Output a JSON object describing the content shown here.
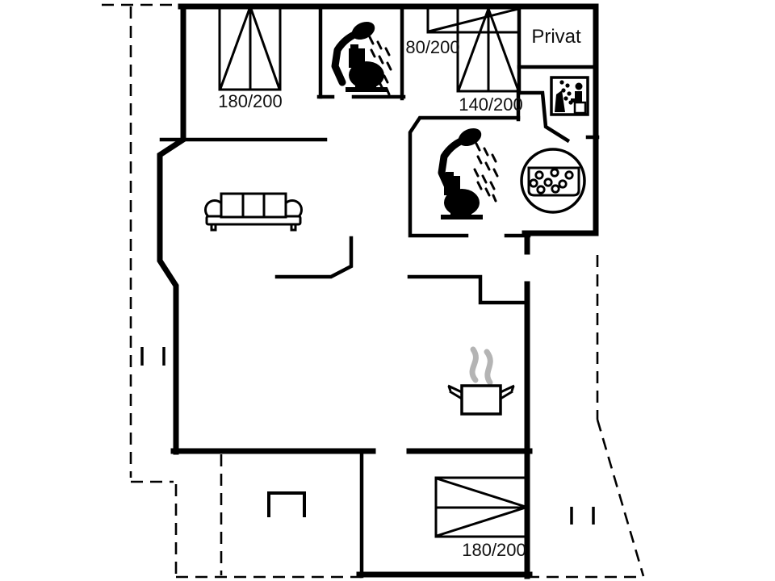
{
  "plan": {
    "type": "floor-plan",
    "room_label_private": "Privat",
    "bed_labels": {
      "bedroom_top_left": "180/200",
      "bedroom_top_middle_single": "80/200",
      "bedroom_top_middle_double": "140/200",
      "bedroom_bottom": "180/200"
    },
    "colors": {
      "wall": "#000000",
      "line": "#1a1a1a",
      "steam": "#b4b4b4",
      "background": "#ffffff"
    },
    "icons": [
      "shower-icon",
      "toilet-icon",
      "sofa-icon",
      "whirlpool-icon",
      "sauna-icon",
      "cooking-pot-icon",
      "steam-icon",
      "terrace-niche",
      "boundary-gate-ticks"
    ]
  }
}
